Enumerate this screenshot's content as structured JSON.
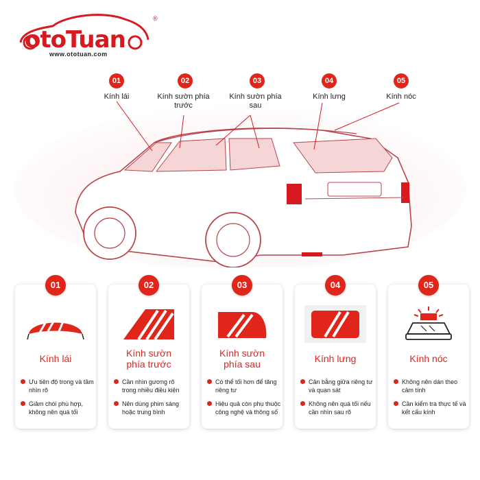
{
  "brand": {
    "name": "otoTuan",
    "url": "www.ototuan.com",
    "registered_mark": "®",
    "color": "#d71920"
  },
  "diagram_labels": [
    {
      "number": "01",
      "label": "Kính lái"
    },
    {
      "number": "02",
      "label": "Kính sườn phía trước"
    },
    {
      "number": "03",
      "label": "Kính sườn phía sau"
    },
    {
      "number": "04",
      "label": "Kính lưng"
    },
    {
      "number": "05",
      "label": "Kính nóc"
    }
  ],
  "cards": [
    {
      "number": "01",
      "icon": "windshield-icon",
      "title_lines": [
        "Kính lái"
      ],
      "bullets": [
        "Ưu tiên độ trong và tầm nhìn rõ",
        "Giảm chói phù hợp, không nên quá tối"
      ]
    },
    {
      "number": "02",
      "icon": "front-side-window-icon",
      "title_lines": [
        "Kính sườn",
        "phía trước"
      ],
      "bullets": [
        "Cần nhìn gương rõ trong nhiều điều kiện",
        "Nên dùng phim sáng hoặc trung bình"
      ]
    },
    {
      "number": "03",
      "icon": "rear-side-window-icon",
      "title_lines": [
        "Kính sườn",
        "phía sau"
      ],
      "bullets": [
        "Có thể tối hơn để tăng riêng tư",
        "Hiệu quả còn phụ thuộc công nghệ và thông số"
      ]
    },
    {
      "number": "04",
      "icon": "rear-window-icon",
      "title_lines": [
        "Kính lưng"
      ],
      "bullets": [
        "Cân bằng giữa riêng tư và quan sát",
        "Không nên quá tối nếu cần nhìn sau rõ"
      ]
    },
    {
      "number": "05",
      "icon": "sunroof-icon",
      "title_lines": [
        "Kính nóc"
      ],
      "bullets": [
        "Không nên dán theo cảm tính",
        "Cần kiểm tra thực tế và kết cấu kính"
      ]
    }
  ],
  "colors": {
    "accent": "#e0251b",
    "outline": "#b8434a",
    "glass": "#f6d5d7"
  }
}
